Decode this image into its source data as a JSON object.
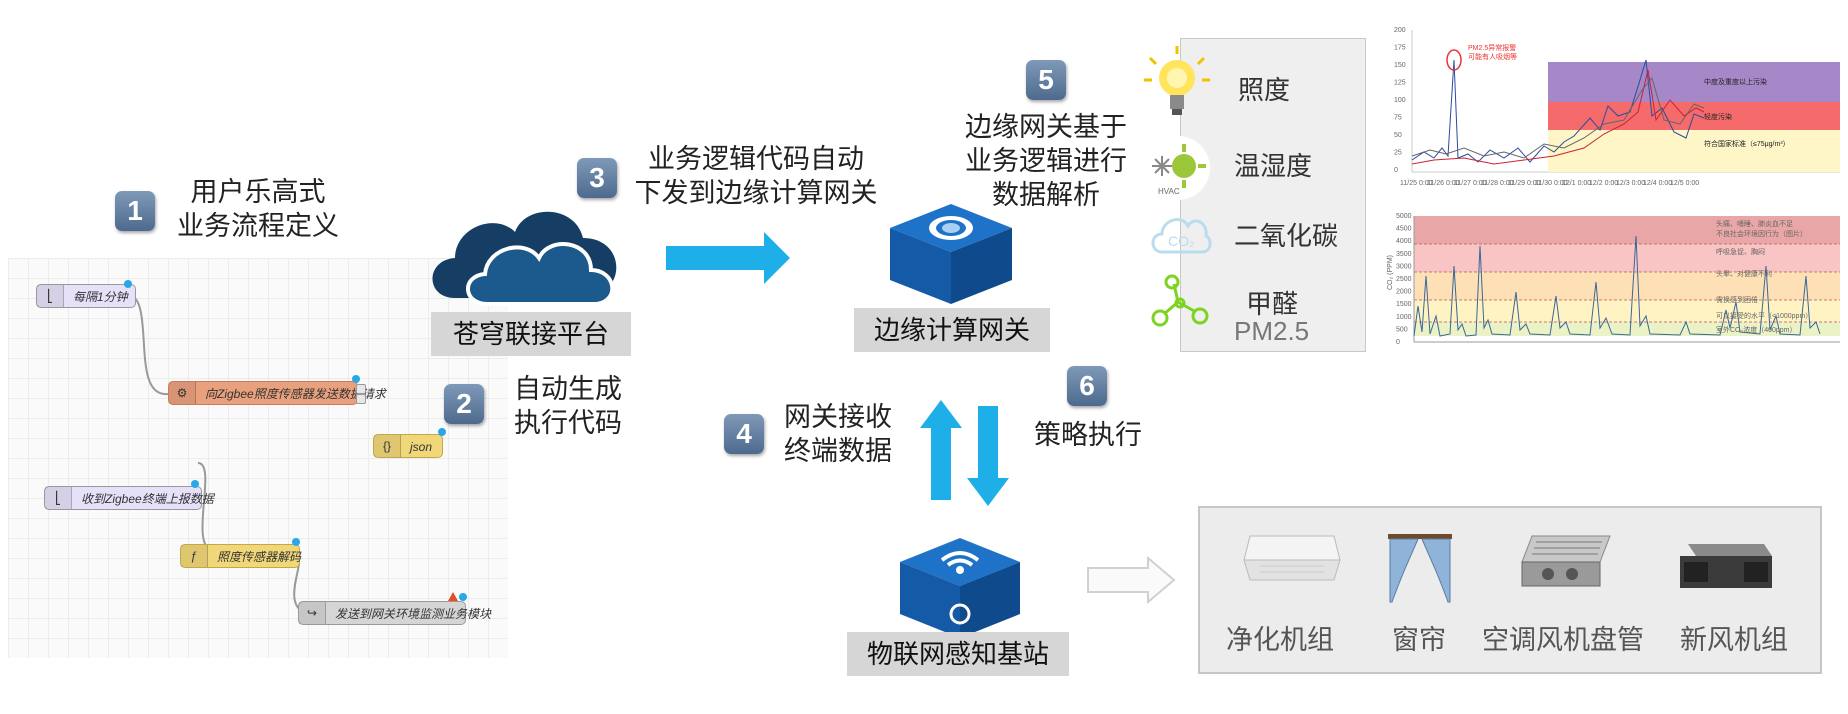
{
  "steps": {
    "s1": {
      "num": "1",
      "line1": "用户乐高式",
      "line2": "业务流程定义"
    },
    "s2": {
      "num": "2",
      "line1": "自动生成",
      "line2": "执行代码"
    },
    "s3": {
      "num": "3",
      "line1": "业务逻辑代码自动",
      "line2": "下发到边缘计算网关"
    },
    "s4": {
      "num": "4",
      "line1": "网关接收",
      "line2": "终端数据"
    },
    "s5": {
      "num": "5",
      "line1": "边缘网关基于",
      "line2": "业务逻辑进行",
      "line3": "数据解析"
    },
    "s6": {
      "num": "6",
      "line1": "策略执行"
    }
  },
  "platform_label": "苍穹联接平台",
  "gateway_label": "边缘计算网关",
  "basestation_label": "物联网感知基站",
  "flow_nodes": [
    {
      "label": "每隔1分钟"
    },
    {
      "label": "向Zigbee照度传感器发送数据请求"
    },
    {
      "label": "json"
    },
    {
      "label": "收到Zigbee终端上报数据"
    },
    {
      "label": "照度传感器解码"
    },
    {
      "label": "发送到网关环境监测业务模块"
    }
  ],
  "sensors": [
    "照度",
    "温湿度",
    "二氧化碳",
    "甲醛",
    "PM2.5"
  ],
  "hvac_icon_text": "HVAC",
  "co2_icon_text": "CO₂",
  "devices": [
    "净化机组",
    "窗帘",
    "空调风机盘管",
    "新风机组"
  ],
  "chart1": {
    "annotation": [
      "PM2.5异常报警",
      "可能有人吸烟等"
    ],
    "y_ticks": [
      "200",
      "175",
      "150",
      "125",
      "100",
      "75",
      "50",
      "25",
      "0"
    ],
    "x_ticks": [
      "11/25 0:00",
      "11/26 0:00",
      "11/27 0:00",
      "11/28 0:00",
      "11/29 0:00",
      "11/30 0:00",
      "12/1 0:00",
      "12/2 0:00",
      "12/3 0:00",
      "12/4 0:00",
      "12/5 0:00"
    ],
    "bands": [
      "中度及重度以上污染",
      "轻度污染",
      "符合国家标准（≤75μg/m³）"
    ]
  },
  "chart2": {
    "ylabel": "CO₂ (PPM)",
    "y_ticks": [
      "5000",
      "4500",
      "4000",
      "3500",
      "3000",
      "2500",
      "2000",
      "1500",
      "1000",
      "500",
      "0"
    ],
    "bands": [
      "头痛、嗜睡、肺炎血不足",
      "不良社会环境因行为（图片）",
      "呼吸急促、胸闷",
      "头晕、对健康不利",
      "需换感到困倦",
      "可以接受的水平（<1000ppm）",
      "室外CO₂浓度（400ppm）"
    ]
  },
  "colors": {
    "accent": "#1eaee8",
    "badge": "#5f7ea3",
    "cloud": "#14466b",
    "gateway": "#1565c0"
  }
}
